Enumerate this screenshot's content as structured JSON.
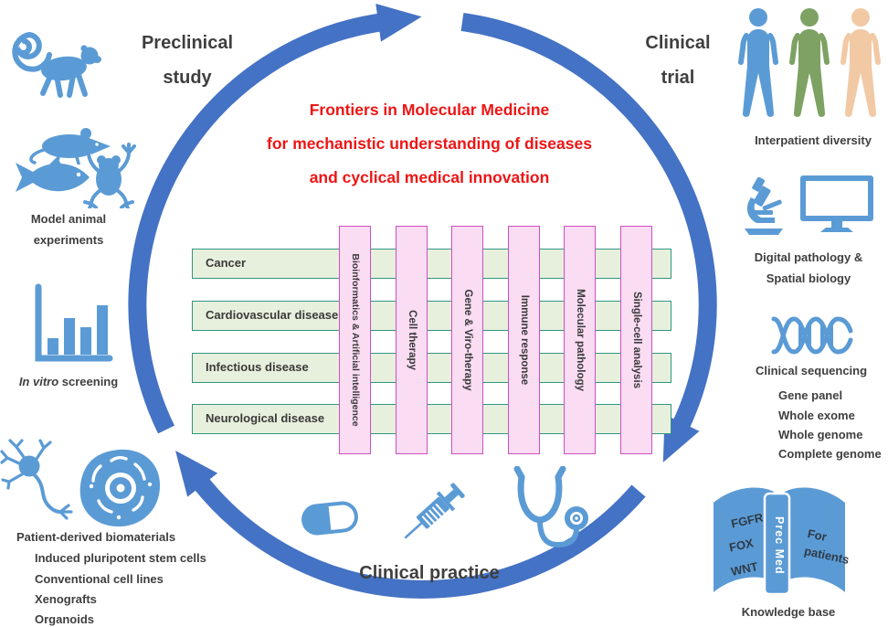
{
  "title": {
    "line1": "Frontiers in Molecular Medicine",
    "line2": "for mechanistic understanding of diseases",
    "line3": "and cyclical medical innovation"
  },
  "headers": {
    "preclinical_line1": "Preclinical",
    "preclinical_line2": "study",
    "trial_line1": "Clinical",
    "trial_line2": "trial",
    "practice": "Clinical practice"
  },
  "left": {
    "model_animal_line1": "Model animal",
    "model_animal_line2": "experiments",
    "in_vitro_italic": "In vitro",
    "in_vitro_rest": " screening",
    "biomaterials_title": "Patient-derived biomaterials",
    "biomaterials_items": [
      "Induced pluripotent stem cells",
      "Conventional cell lines",
      "Xenografts",
      "Organoids"
    ]
  },
  "right": {
    "interpatient": "Interpatient diversity",
    "digital_line1": "Digital pathology &",
    "digital_line2": "Spatial biology",
    "sequencing_title": "Clinical sequencing",
    "sequencing_items": [
      "Gene panel",
      "Whole exome",
      "Whole genome",
      "Complete genome"
    ],
    "book": {
      "left_lines": [
        "FGFR",
        "FOX",
        "WNT"
      ],
      "spine": "Prec Med",
      "right_line1": "For",
      "right_line2": "patients",
      "caption": "Knowledge base"
    }
  },
  "grid": {
    "rows": [
      "Cancer",
      "Cardiovascular disease",
      "Infectious disease",
      "Neurological disease"
    ],
    "columns": [
      "Bioinformatics & Artificial intelligence",
      "Cell therapy",
      "Gene & Viro-therapy",
      "Immune response",
      "Molecular pathology",
      "Single-cell analysis"
    ]
  },
  "colors": {
    "ring_blue": "#4472c4",
    "icon_blue": "#5b9bd5",
    "title_red": "#ee1515",
    "text_dark": "#3f3f3f",
    "row_fill": "#e7f0dd",
    "row_border": "#2f9681",
    "column_fill": "#fadcf3",
    "column_border": "#cf4fbe",
    "person_blue": "#5b9bd5",
    "person_green": "#7da263",
    "person_tan": "#f1c9a5"
  }
}
